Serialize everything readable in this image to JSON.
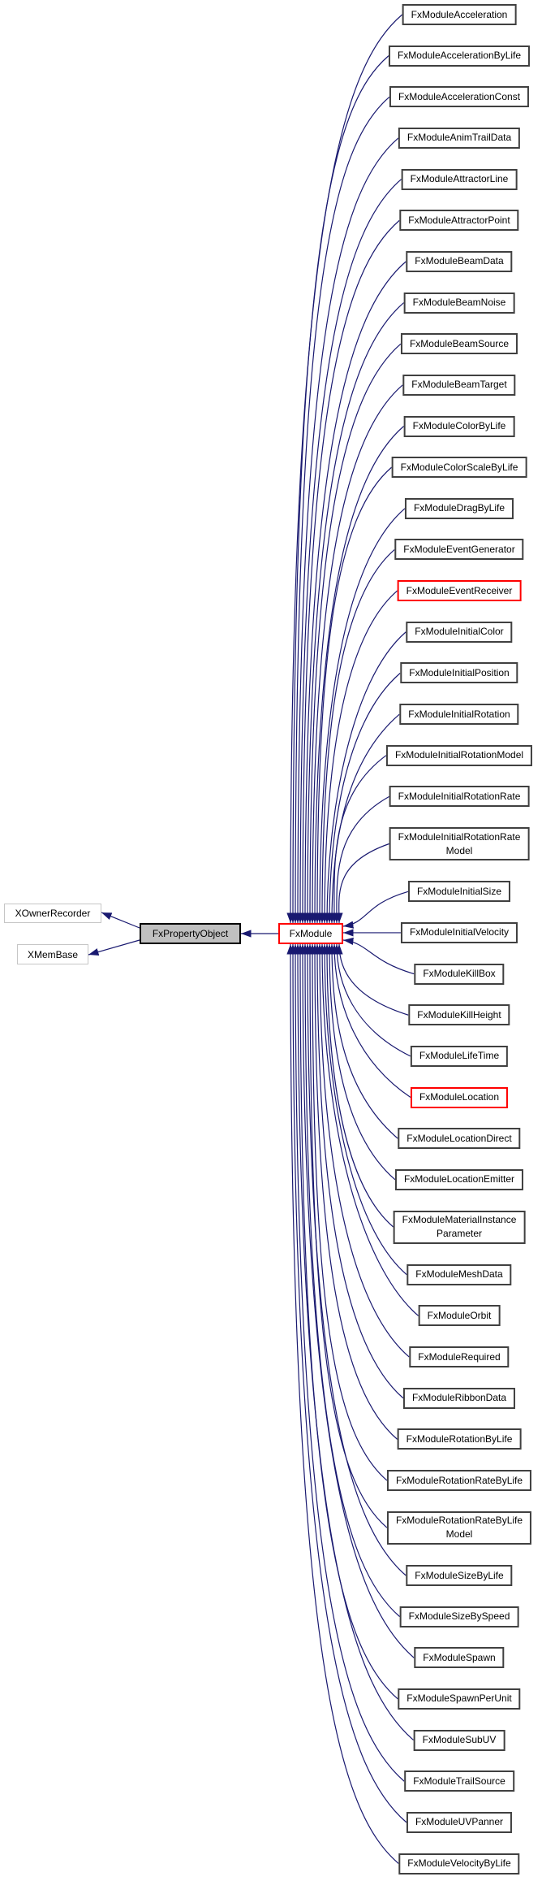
{
  "diagram": {
    "type": "class-inheritance-graph",
    "focus": {
      "label": "FxPropertyObject"
    },
    "bases": [
      {
        "label": "XOwnerRecorder"
      },
      {
        "label": "XMemBase"
      }
    ],
    "module": {
      "label": "FxModule",
      "highlight": "red"
    },
    "derived": [
      {
        "label": "FxModuleAcceleration"
      },
      {
        "label": "FxModuleAccelerationByLife"
      },
      {
        "label": "FxModuleAccelerationConst"
      },
      {
        "label": "FxModuleAnimTrailData"
      },
      {
        "label": "FxModuleAttractorLine"
      },
      {
        "label": "FxModuleAttractorPoint"
      },
      {
        "label": "FxModuleBeamData"
      },
      {
        "label": "FxModuleBeamNoise"
      },
      {
        "label": "FxModuleBeamSource"
      },
      {
        "label": "FxModuleBeamTarget"
      },
      {
        "label": "FxModuleColorByLife"
      },
      {
        "label": "FxModuleColorScaleByLife"
      },
      {
        "label": "FxModuleDragByLife"
      },
      {
        "label": "FxModuleEventGenerator"
      },
      {
        "label": "FxModuleEventReceiver",
        "highlight": "red"
      },
      {
        "label": "FxModuleInitialColor"
      },
      {
        "label": "FxModuleInitialPosition"
      },
      {
        "label": "FxModuleInitialRotation"
      },
      {
        "label": "FxModuleInitialRotationModel"
      },
      {
        "label": "FxModuleInitialRotationRate"
      },
      {
        "label": "FxModuleInitialRotationRateModel",
        "lines": [
          "FxModuleInitialRotationRate",
          "Model"
        ]
      },
      {
        "label": "FxModuleInitialSize"
      },
      {
        "label": "FxModuleInitialVelocity"
      },
      {
        "label": "FxModuleKillBox"
      },
      {
        "label": "FxModuleKillHeight"
      },
      {
        "label": "FxModuleLifeTime"
      },
      {
        "label": "FxModuleLocation",
        "highlight": "red"
      },
      {
        "label": "FxModuleLocationDirect"
      },
      {
        "label": "FxModuleLocationEmitter"
      },
      {
        "label": "FxModuleMaterialInstanceParameter",
        "lines": [
          "FxModuleMaterialInstance",
          "Parameter"
        ]
      },
      {
        "label": "FxModuleMeshData"
      },
      {
        "label": "FxModuleOrbit"
      },
      {
        "label": "FxModuleRequired"
      },
      {
        "label": "FxModuleRibbonData"
      },
      {
        "label": "FxModuleRotationByLife"
      },
      {
        "label": "FxModuleRotationRateByLife"
      },
      {
        "label": "FxModuleRotationRateByLifeModel",
        "lines": [
          "FxModuleRotationRateByLife",
          "Model"
        ]
      },
      {
        "label": "FxModuleSizeByLife"
      },
      {
        "label": "FxModuleSizeBySpeed"
      },
      {
        "label": "FxModuleSpawn"
      },
      {
        "label": "FxModuleSpawnPerUnit"
      },
      {
        "label": "FxModuleSubUV"
      },
      {
        "label": "FxModuleTrailSource"
      },
      {
        "label": "FxModuleUVPanner"
      },
      {
        "label": "FxModuleVelocityByLife"
      }
    ],
    "colors": {
      "arrow": "#191970",
      "border": "#404040",
      "highlight": "#ff0000",
      "focus_fill": "#c0c0c0",
      "base_border": "#c6c6c6",
      "text": "#000000",
      "background": "#ffffff"
    }
  }
}
